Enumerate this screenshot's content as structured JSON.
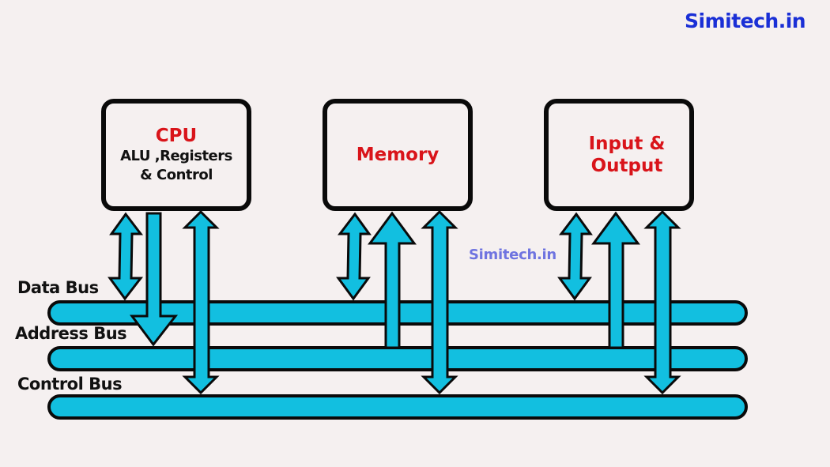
{
  "brand": {
    "top_watermark": "Simitech.in",
    "center_watermark": "Simitech.in"
  },
  "components": {
    "cpu": {
      "title": "CPU",
      "subtitle_line1": "ALU ,Registers",
      "subtitle_line2": "& Control"
    },
    "memory": {
      "title": "Memory"
    },
    "io": {
      "title_line1": "Input &",
      "title_line2": "Output"
    }
  },
  "buses": {
    "data": "Data Bus",
    "address": "Address Bus",
    "control": "Control Bus"
  },
  "connections": [
    {
      "from": "CPU",
      "bus": "Data Bus",
      "direction": "bidirectional"
    },
    {
      "from": "CPU",
      "bus": "Address Bus",
      "direction": "to-bus"
    },
    {
      "from": "CPU",
      "bus": "Control Bus",
      "direction": "bidirectional"
    },
    {
      "from": "Memory",
      "bus": "Data Bus",
      "direction": "bidirectional"
    },
    {
      "from": "Memory",
      "bus": "Address Bus",
      "direction": "to-component"
    },
    {
      "from": "Memory",
      "bus": "Control Bus",
      "direction": "bidirectional"
    },
    {
      "from": "Input & Output",
      "bus": "Data Bus",
      "direction": "bidirectional"
    },
    {
      "from": "Input & Output",
      "bus": "Address Bus",
      "direction": "to-component"
    },
    {
      "from": "Input & Output",
      "bus": "Control Bus",
      "direction": "bidirectional"
    }
  ],
  "colors": {
    "bus_fill": "#12bfe0",
    "outline": "#0a0a0a",
    "title_red": "#d9141a",
    "brand_blue": "#1a2fd6",
    "watermark_purple": "#6f74e0",
    "background": "#f5f0f0"
  }
}
